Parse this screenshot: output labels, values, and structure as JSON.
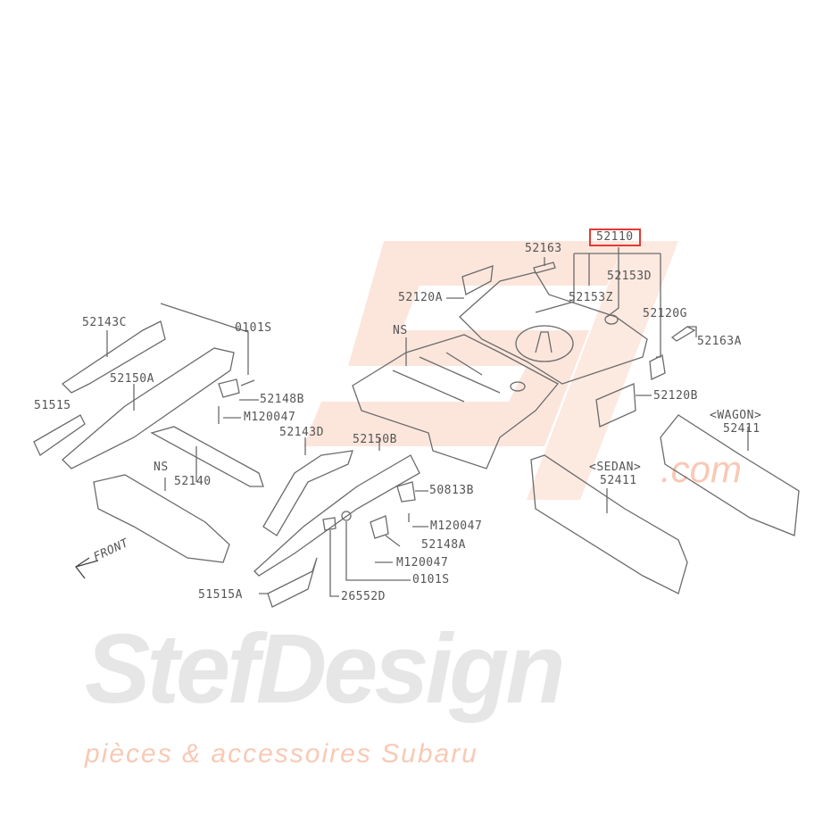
{
  "diagram": {
    "highlighted_part": "52110",
    "parts": {
      "p52110": "52110",
      "p52163": "52163",
      "p52153D": "52153D",
      "p52120A": "52120A",
      "p52153Z": "52153Z",
      "p52120G": "52120G",
      "ns_floor": "NS",
      "p52163A": "52163A",
      "p52120B": "52120B",
      "wagon": "<WAGON>",
      "p52411_wagon": "52411",
      "sedan": "<SEDAN>",
      "p52411_sedan": "52411",
      "p52143C": "52143C",
      "p0101S_top": "0101S",
      "p52150A": "52150A",
      "p52148B": "52148B",
      "p51515": "51515",
      "pM120047_top": "M120047",
      "p52143D": "52143D",
      "p52150B": "52150B",
      "p52140": "52140",
      "ns_tunnel": "NS",
      "p50813B": "50813B",
      "pM120047_mid": "M120047",
      "p52148A": "52148A",
      "pM120047_bot": "M120047",
      "p0101S_bot": "0101S",
      "p51515A": "51515A",
      "p26552D": "26552D",
      "front": "FRONT"
    },
    "watermark": {
      "brand": "StefDesign",
      "domain": ".com",
      "tagline": "pièces & accessoires Subaru"
    },
    "colors": {
      "highlight": "#e53935",
      "line": "#6b6b6b",
      "watermark_orange": "#f8c9b5",
      "watermark_gray": "#e4e4e4"
    }
  }
}
